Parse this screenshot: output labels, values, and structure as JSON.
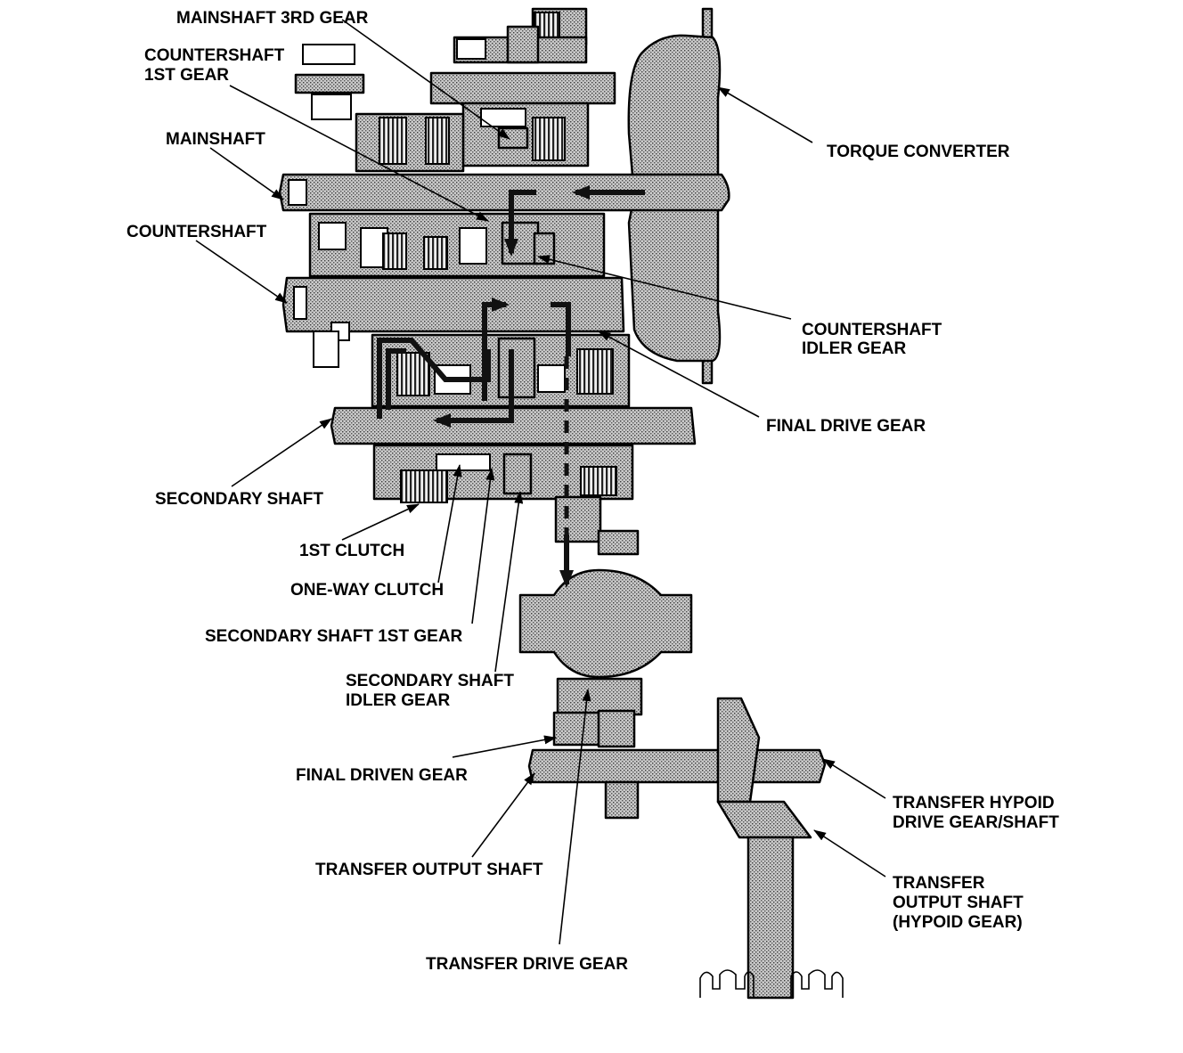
{
  "labels": {
    "mainshaft_3rd_gear": "MAINSHAFT 3RD GEAR",
    "countershaft_1st_gear_l1": "COUNTERSHAFT",
    "countershaft_1st_gear_l2": "1ST GEAR",
    "mainshaft": "MAINSHAFT",
    "countershaft": "COUNTERSHAFT",
    "torque_converter": "TORQUE CONVERTER",
    "countershaft_idler_gear_l1": "COUNTERSHAFT",
    "countershaft_idler_gear_l2": "IDLER GEAR",
    "final_drive_gear": "FINAL DRIVE GEAR",
    "secondary_shaft": "SECONDARY SHAFT",
    "first_clutch": "1ST CLUTCH",
    "one_way_clutch": "ONE-WAY CLUTCH",
    "secondary_shaft_1st_gear": "SECONDARY SHAFT 1ST GEAR",
    "secondary_shaft_idler_gear_l1": "SECONDARY SHAFT",
    "secondary_shaft_idler_gear_l2": "IDLER GEAR",
    "final_driven_gear": "FINAL DRIVEN GEAR",
    "transfer_output_shaft": "TRANSFER OUTPUT SHAFT",
    "transfer_drive_gear": "TRANSFER DRIVE GEAR",
    "transfer_hypoid_l1": "TRANSFER HYPOID",
    "transfer_hypoid_l2": "DRIVE GEAR/SHAFT",
    "transfer_output_hypoid_l1": "TRANSFER",
    "transfer_output_hypoid_l2": "OUTPUT SHAFT",
    "transfer_output_hypoid_l3": "(HYPOID GEAR)"
  }
}
